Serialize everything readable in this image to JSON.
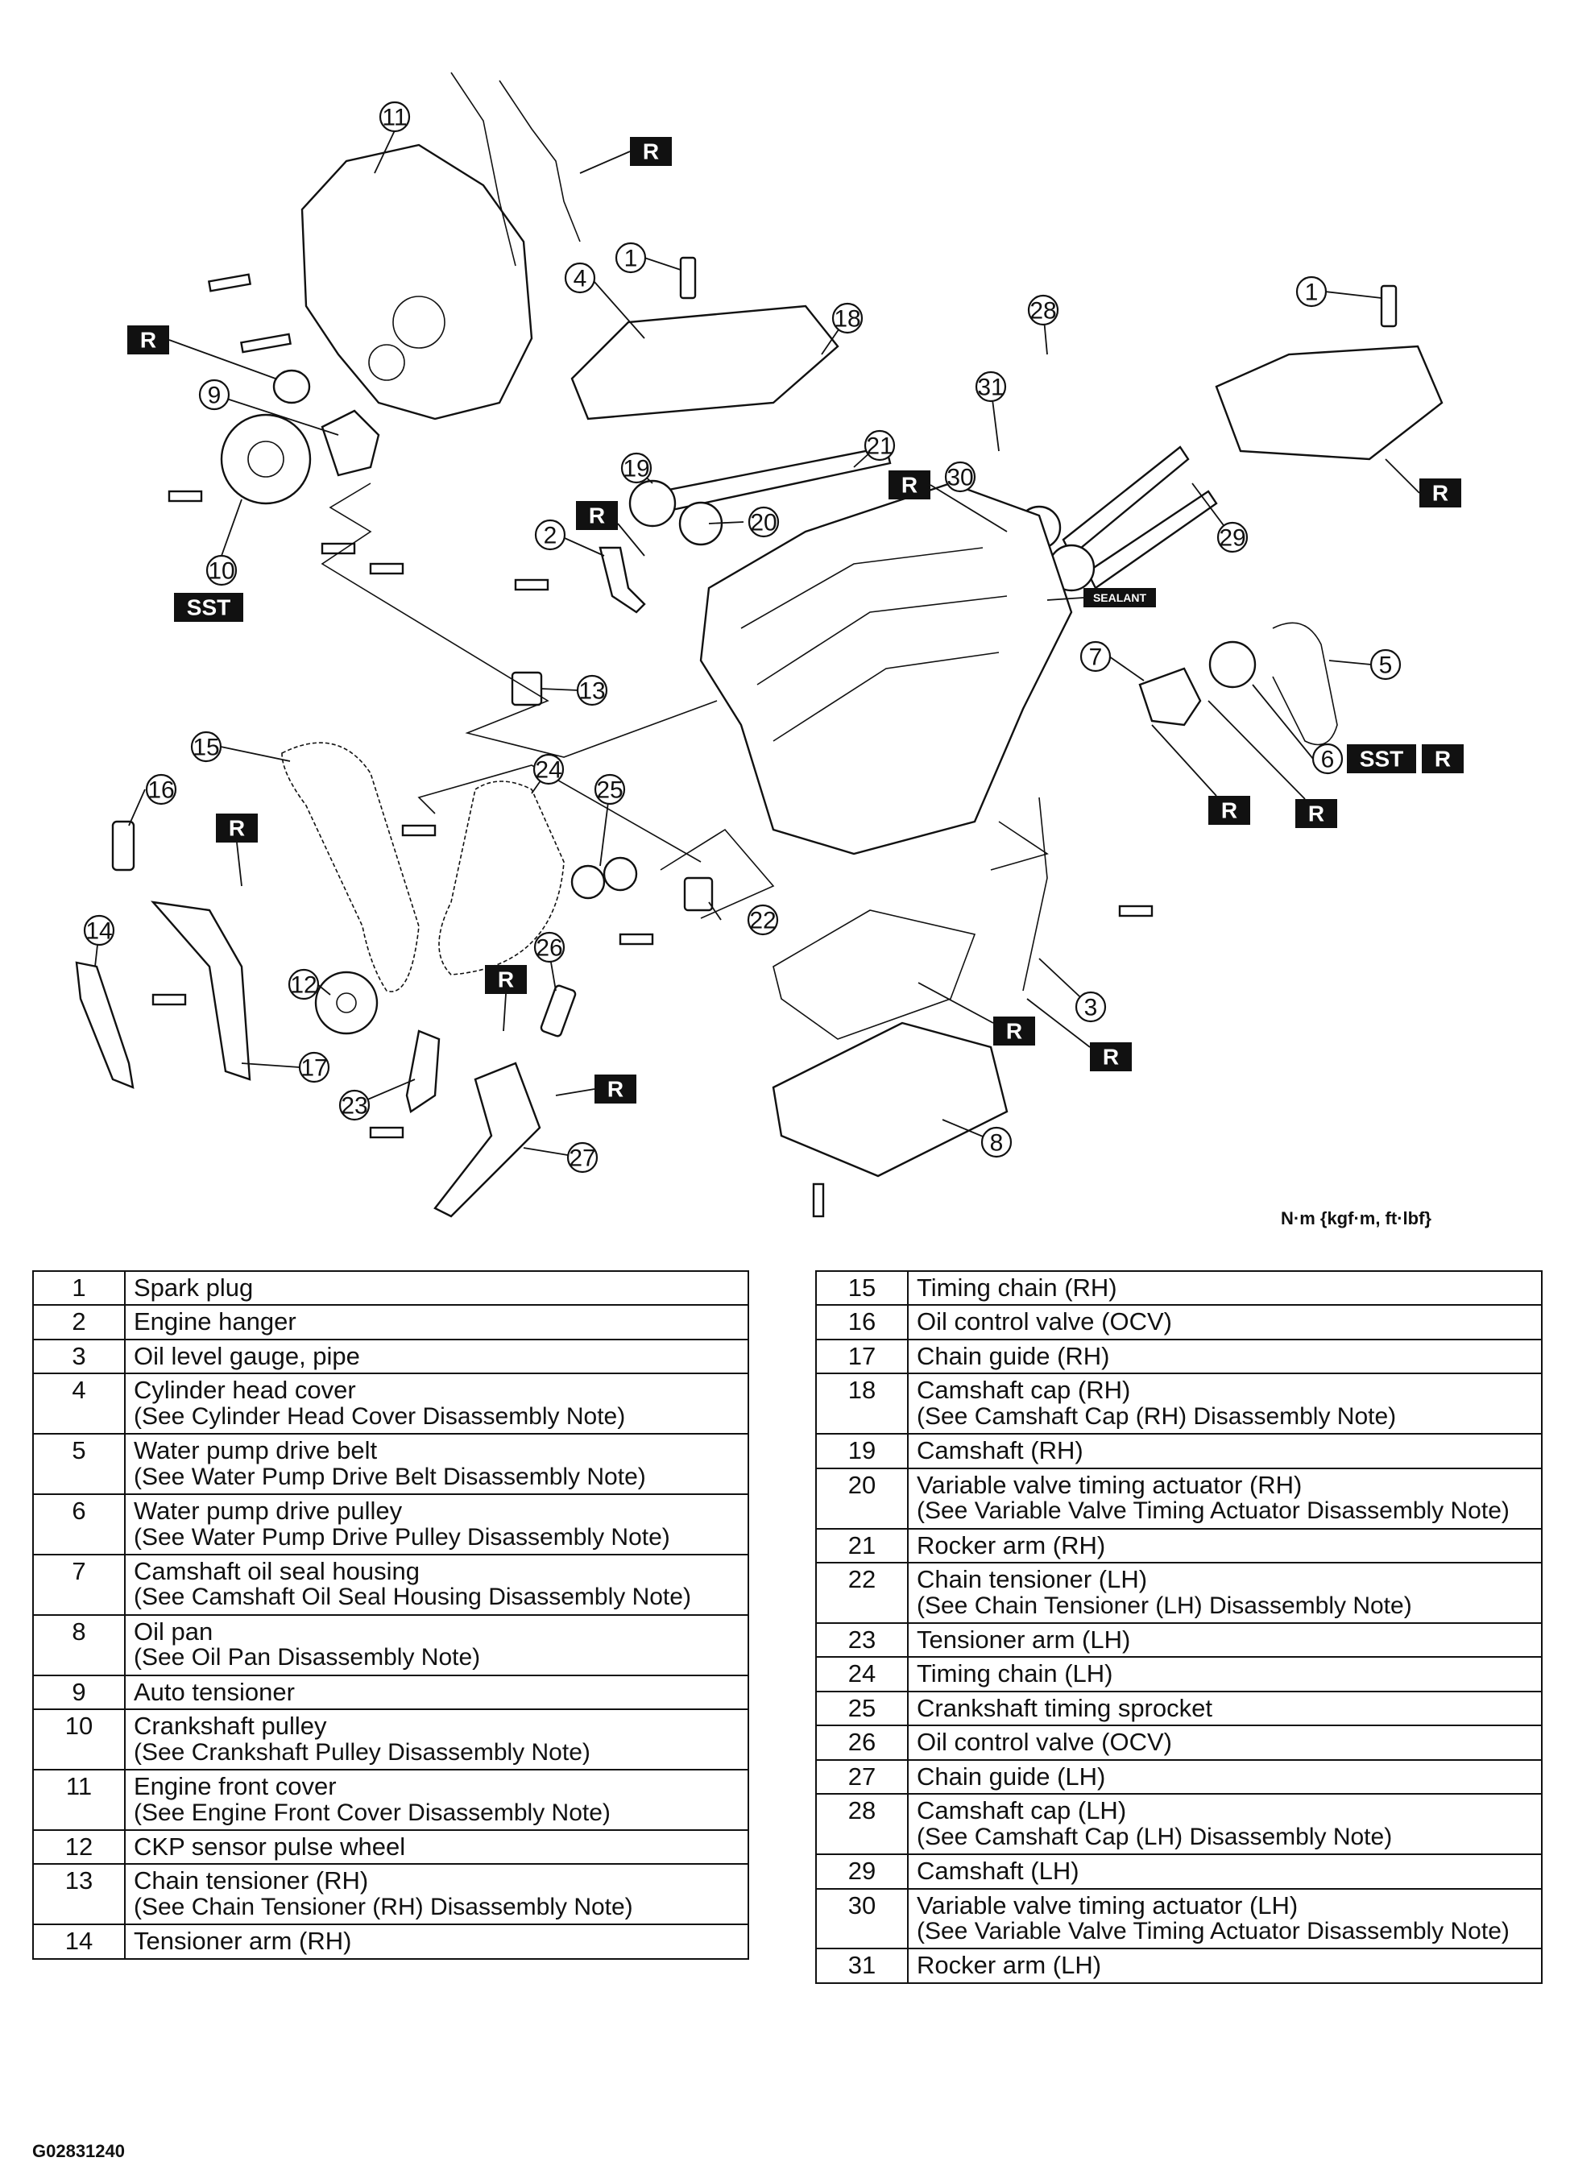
{
  "units_label": "N·m {kgf·m, ft·lbf}",
  "figure_id": "G02831240",
  "tags": {
    "r": "R",
    "sst": "SST",
    "sealant": "SEALANT"
  },
  "callouts": {
    "c1a": "1",
    "c1b": "1",
    "c2": "2",
    "c3": "3",
    "c4": "4",
    "c5": "5",
    "c6": "6",
    "c7": "7",
    "c8": "8",
    "c9": "9",
    "c10": "10",
    "c11": "11",
    "c12": "12",
    "c13": "13",
    "c14": "14",
    "c15": "15",
    "c16": "16",
    "c17": "17",
    "c18": "18",
    "c19": "19",
    "c20": "20",
    "c21": "21",
    "c22": "22",
    "c23": "23",
    "c24": "24",
    "c25": "25",
    "c26": "26",
    "c27": "27",
    "c28": "28",
    "c29": "29",
    "c30": "30",
    "c31": "31"
  },
  "parts_left": [
    {
      "num": "1",
      "name": "Spark plug",
      "note": ""
    },
    {
      "num": "2",
      "name": "Engine hanger",
      "note": ""
    },
    {
      "num": "3",
      "name": "Oil level gauge, pipe",
      "note": ""
    },
    {
      "num": "4",
      "name": "Cylinder head cover",
      "note": "(See Cylinder Head Cover Disassembly Note)"
    },
    {
      "num": "5",
      "name": "Water pump drive belt",
      "note": "(See  Water Pump Drive Belt Disassembly Note)"
    },
    {
      "num": "6",
      "name": "Water pump drive pulley",
      "note": "(See Water Pump Drive Pulley Disassembly Note)"
    },
    {
      "num": "7",
      "name": "Camshaft oil seal housing",
      "note": "(See Camshaft Oil Seal Housing Disassembly Note)"
    },
    {
      "num": "8",
      "name": "Oil pan",
      "note": "(See Oil Pan Disassembly Note)"
    },
    {
      "num": "9",
      "name": "Auto tensioner",
      "note": ""
    },
    {
      "num": "10",
      "name": "Crankshaft pulley",
      "note": "(See Crankshaft Pulley Disassembly Note)"
    },
    {
      "num": "11",
      "name": "Engine front cover",
      "note": "(See Engine Front Cover Disassembly Note)"
    },
    {
      "num": "12",
      "name": "CKP sensor pulse wheel",
      "note": ""
    },
    {
      "num": "13",
      "name": "Chain tensioner (RH)",
      "note": "(See Chain Tensioner (RH) Disassembly Note)"
    },
    {
      "num": "14",
      "name": "Tensioner arm (RH)",
      "note": ""
    }
  ],
  "parts_right": [
    {
      "num": "15",
      "name": "Timing chain (RH)",
      "note": ""
    },
    {
      "num": "16",
      "name": "Oil control valve (OCV)",
      "note": ""
    },
    {
      "num": "17",
      "name": "Chain guide (RH)",
      "note": ""
    },
    {
      "num": "18",
      "name": "Camshaft cap (RH)",
      "note": "(See Camshaft Cap (RH) Disassembly Note)"
    },
    {
      "num": "19",
      "name": "Camshaft (RH)",
      "note": ""
    },
    {
      "num": "20",
      "name": "Variable valve timing actuator (RH)",
      "note": "(See Variable Valve Timing Actuator Disassembly Note)"
    },
    {
      "num": "21",
      "name": "Rocker arm (RH)",
      "note": ""
    },
    {
      "num": "22",
      "name": "Chain tensioner (LH)",
      "note": "(See  Chain Tensioner (LH) Disassembly Note)"
    },
    {
      "num": "23",
      "name": "Tensioner arm (LH)",
      "note": ""
    },
    {
      "num": "24",
      "name": "Timing chain (LH)",
      "note": ""
    },
    {
      "num": "25",
      "name": "Crankshaft timing sprocket",
      "note": ""
    },
    {
      "num": "26",
      "name": "Oil control valve (OCV)",
      "note": ""
    },
    {
      "num": "27",
      "name": "Chain guide (LH)",
      "note": ""
    },
    {
      "num": "28",
      "name": "Camshaft cap (LH)",
      "note": "(See Camshaft Cap (LH) Disassembly Note)"
    },
    {
      "num": "29",
      "name": "Camshaft (LH)",
      "note": ""
    },
    {
      "num": "30",
      "name": "Variable valve timing actuator (LH)",
      "note": "(See Variable Valve Timing Actuator Disassembly Note)"
    },
    {
      "num": "31",
      "name": "Rocker arm (LH)",
      "note": ""
    }
  ]
}
